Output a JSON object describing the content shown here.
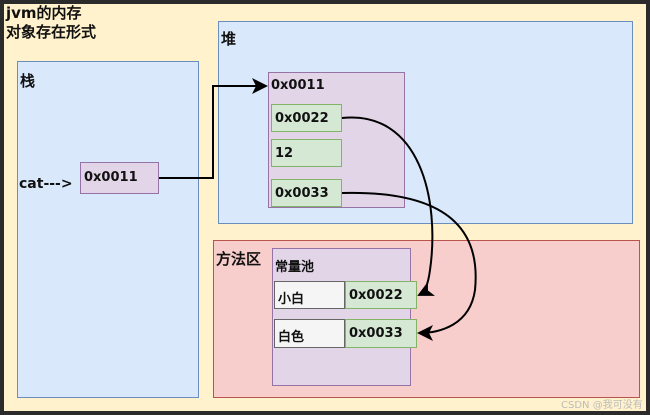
{
  "title_line1": "jvm的内存",
  "title_line2": "对象存在形式",
  "stack": {
    "label": "栈",
    "var_label": "cat--->",
    "ref": "0x0011"
  },
  "heap": {
    "label": "堆",
    "object_addr": "0x0011",
    "fields": [
      "0x0022",
      "12",
      "0x0033"
    ]
  },
  "method_area": {
    "label": "方法区",
    "pool_label": "常量池",
    "entries": [
      {
        "name": "小白",
        "addr": "0x0022"
      },
      {
        "name": "白色",
        "addr": "0x0033"
      }
    ]
  },
  "watermark": "CSDN @我可没有"
}
